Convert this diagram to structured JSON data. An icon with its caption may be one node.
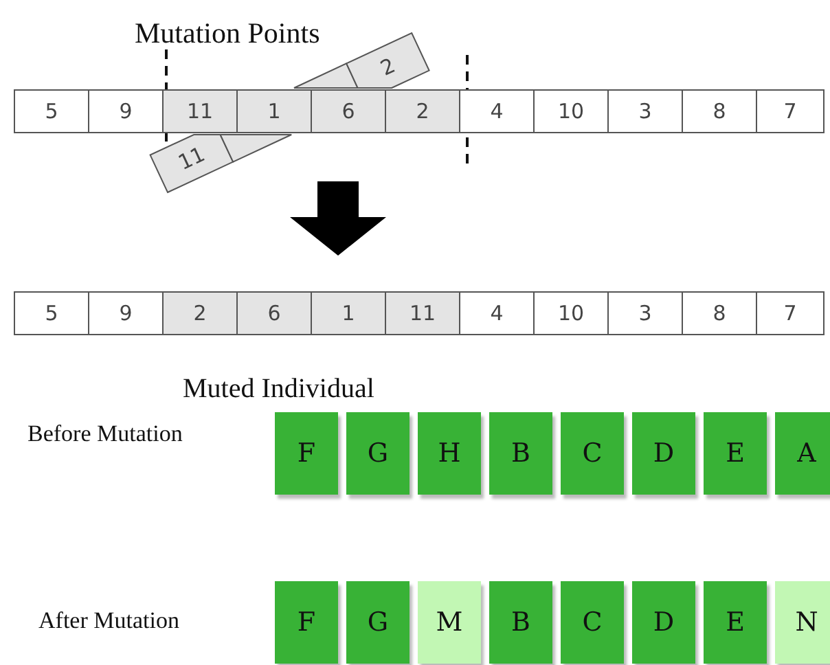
{
  "diagram": {
    "nodes": [
      {
        "text": [],
        "shape": "bar"
      },
      {
        "text": [
          "5"
        ],
        "in": 0
      },
      {
        "text": [
          "9"
        ],
        "in": 0
      },
      {
        "text": [
          "11"
        ],
        "in": 0
      },
      {
        "text": [
          "1"
        ],
        "in": 0
      },
      {
        "text": [
          "6"
        ],
        "in": 0
      },
      {
        "text": [
          "2"
        ],
        "in": 0
      },
      {
        "text": [
          "4"
        ],
        "in": 0
      },
      {
        "text": [
          "10"
        ],
        "in": 0
      },
      {
        "text": [
          "3"
        ],
        "in": 0
      },
      {
        "text": [
          "8"
        ],
        "in": 0
      },
      {
        "text": [
          "7"
        ],
        "in": 0
      },
      {
        "text": [
          "11"
        ]
      },
      {
        "text": [],
        "shape": "box"
      },
      {
        "text": [],
        "shape": "box"
      },
      {
        "text": [
          "2"
        ]
      },
      {
        "text": [],
        "shape": "bar"
      },
      {
        "text": [
          "5"
        ],
        "in": 16
      },
      {
        "text": [
          "9"
        ],
        "in": 16
      },
      {
        "text": [
          "2"
        ],
        "in": 16
      },
      {
        "text": [
          "6"
        ],
        "in": 16
      },
      {
        "text": [
          "1"
        ],
        "in": 16
      },
      {
        "text": [
          "11"
        ],
        "in": 16
      },
      {
        "text": [
          "4"
        ],
        "in": 16
      },
      {
        "text": [
          "10"
        ],
        "in": 16
      },
      {
        "text": [
          "3"
        ],
        "in": 16
      },
      {
        "text": [
          "8"
        ],
        "in": 16
      },
      {
        "text": [
          "7"
        ],
        "in": 16
      },
      {
        "text": [
          "F"
        ]
      },
      {
        "text": [
          "G"
        ]
      },
      {
        "text": [
          "H"
        ]
      },
      {
        "text": [
          "B"
        ]
      },
      {
        "text": [
          "C"
        ]
      },
      {
        "text": [
          "D"
        ]
      },
      {
        "text": [
          "E"
        ]
      },
      {
        "text": [
          "A"
        ]
      },
      {
        "text": [
          "F"
        ]
      },
      {
        "text": [
          "G"
        ]
      },
      {
        "text": [
          "M"
        ]
      },
      {
        "text": [
          "B"
        ]
      },
      {
        "text": [
          "C"
        ]
      },
      {
        "text": [
          "D"
        ]
      },
      {
        "text": [
          "E"
        ]
      },
      {
        "text": [
          "N"
        ]
      }
    ],
    "edges": [
      {
        "from": 0,
        "to": 16,
        "arrow": "to"
      }
    ],
    "labels": [
      "Mutation Points",
      "Muted Individual",
      "Before Mutation",
      "After Mutation"
    ]
  }
}
